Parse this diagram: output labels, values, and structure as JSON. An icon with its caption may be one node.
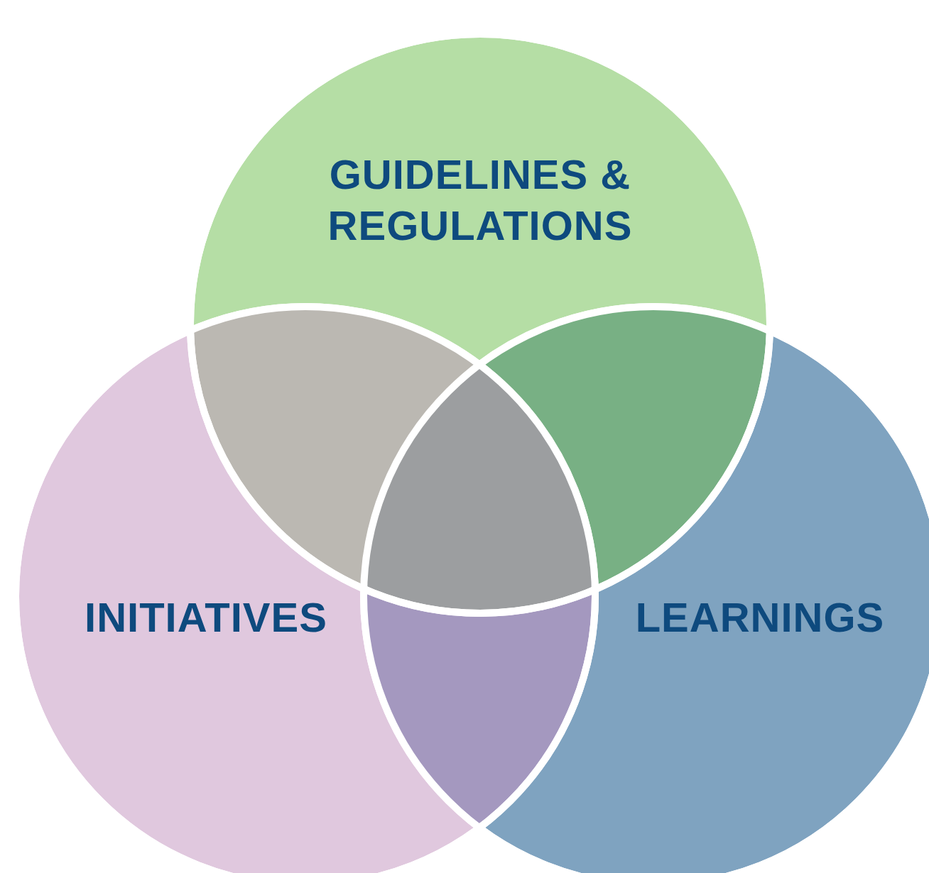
{
  "diagram": {
    "nodes": [
      {
        "text": [
          "GUIDELINES & REGULATIONS"
        ]
      },
      {
        "text": [
          "INITIATIVES"
        ]
      },
      {
        "text": [
          "LEARNINGS"
        ]
      }
    ],
    "edges": []
  }
}
